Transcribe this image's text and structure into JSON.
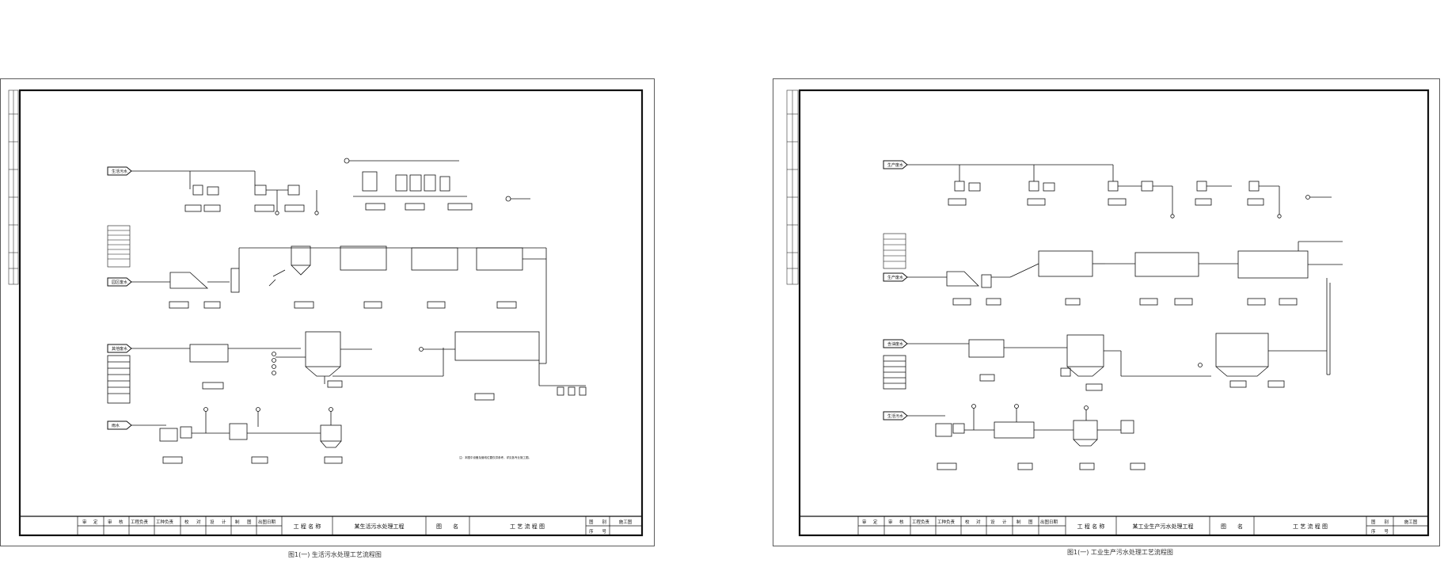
{
  "sheets": [
    {
      "title_block": {
        "cells": [
          "审",
          "定",
          "审",
          "核",
          "工程负责",
          "工种负责",
          "校",
          "对",
          "设",
          "计",
          "制",
          "图",
          "出图日期"
        ],
        "project_label": "工 程 名 称",
        "project_name": "某生活污水处理工程",
        "drawing_label": "图　　名",
        "drawing_name": "工 艺 流 程 图",
        "sheet_type_label": "图　　别",
        "sheet_type": "施工图",
        "sheet_no_label": "序　　号"
      },
      "caption": "图1(一)  生活污水处理工艺流程图",
      "inlets": [
        "生活污水",
        "园区废水",
        "其他废水",
        "雨水"
      ],
      "note": "注：本图中设备及管线位置仅供参考，详见各专业施工图。"
    },
    {
      "title_block": {
        "cells": [
          "审",
          "定",
          "审",
          "核",
          "工程负责",
          "工种负责",
          "校",
          "对",
          "设",
          "计",
          "制",
          "图",
          "出图日期"
        ],
        "project_label": "工 程 名 称",
        "project_name": "某工业生产污水处理工程",
        "drawing_label": "图　　名",
        "drawing_name": "工 艺 流 程 图",
        "sheet_type_label": "图　　别",
        "sheet_type": "施工图",
        "sheet_no_label": "序　　号"
      },
      "caption": "图1(一)  工业生产污水处理工艺流程图",
      "inlets": [
        "生产废水",
        "生产废水",
        "含油废水",
        "生活污水"
      ]
    }
  ]
}
